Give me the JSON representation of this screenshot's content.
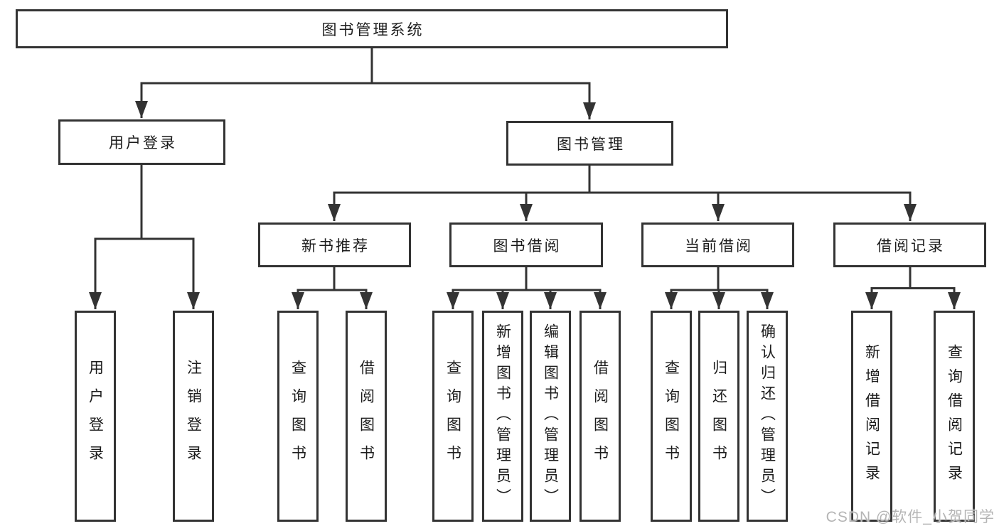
{
  "nodes": {
    "root": {
      "label": "图书管理系统"
    },
    "level2": {
      "user_login": {
        "label": "用户登录"
      },
      "book_mgmt": {
        "label": "图书管理"
      }
    },
    "level3": {
      "new_books": {
        "label": "新书推荐"
      },
      "book_borrow": {
        "label": "图书借阅"
      },
      "current_borrow": {
        "label": "当前借阅"
      },
      "borrow_records": {
        "label": "借阅记录"
      }
    },
    "level4": {
      "user_login_1": {
        "label": "用户登录"
      },
      "user_login_2": {
        "label": "注销登录"
      },
      "new_books_1": {
        "label": "查询图书"
      },
      "new_books_2": {
        "label": "借阅图书"
      },
      "book_borrow_1": {
        "label": "查询图书"
      },
      "book_borrow_2": {
        "label": "新增图书（管理员）"
      },
      "book_borrow_3": {
        "label": "编辑图书（管理员）"
      },
      "book_borrow_4": {
        "label": "借阅图书"
      },
      "current_1": {
        "label": "查询图书"
      },
      "current_2": {
        "label": "归还图书"
      },
      "current_3": {
        "label": "确认归还（管理员）"
      },
      "records_1": {
        "label": "新增借阅记录"
      },
      "records_2": {
        "label": "查询借阅记录"
      }
    }
  },
  "edges": [
    {
      "from": "root",
      "to": [
        "user_login",
        "book_mgmt"
      ]
    },
    {
      "from": "user_login",
      "to": [
        "user_login_1",
        "user_login_2"
      ]
    },
    {
      "from": "book_mgmt",
      "to": [
        "new_books",
        "book_borrow",
        "current_borrow",
        "borrow_records"
      ]
    },
    {
      "from": "new_books",
      "to": [
        "new_books_1",
        "new_books_2"
      ]
    },
    {
      "from": "book_borrow",
      "to": [
        "book_borrow_1",
        "book_borrow_2",
        "book_borrow_3",
        "book_borrow_4"
      ]
    },
    {
      "from": "current_borrow",
      "to": [
        "current_1",
        "current_2",
        "current_3"
      ]
    },
    {
      "from": "borrow_records",
      "to": [
        "records_1",
        "records_2"
      ]
    }
  ],
  "watermark": {
    "text": "CSDN @软件_小贺同学"
  },
  "colors": {
    "line": "#333333",
    "text": "#1c1c1c",
    "watermark": "#b5b5b5",
    "background": "#ffffff"
  }
}
